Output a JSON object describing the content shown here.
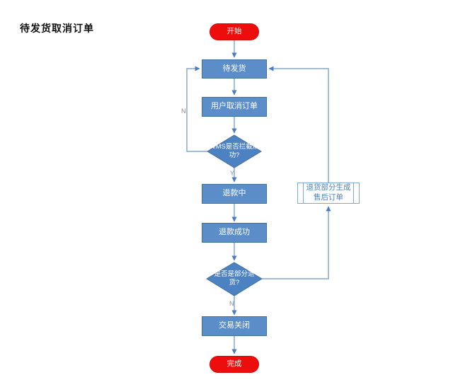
{
  "page": {
    "title": "待发货取消订单",
    "background": "#ffffff"
  },
  "colors": {
    "process_fill": "#5b8dc9",
    "process_border": "#41719c",
    "decision_fill": "#4d82c2",
    "terminator_fill": "#ee0d0d",
    "connector": "#6b93c8",
    "subroutine_border": "#7da7d9",
    "subroutine_text": "#4f81bd",
    "edge_label_color": "#8a8a8a"
  },
  "flowchart": {
    "nodes": [
      {
        "id": "start",
        "type": "terminator",
        "label": "开始"
      },
      {
        "id": "pending-shipment",
        "type": "process",
        "label": "待发货"
      },
      {
        "id": "user-cancel-order",
        "type": "process",
        "label": "用户取消订单"
      },
      {
        "id": "wms-intercept-decision",
        "type": "decision",
        "label": "WMS是否拦截成功?"
      },
      {
        "id": "refunding",
        "type": "process",
        "label": "退款中"
      },
      {
        "id": "refund-success",
        "type": "process",
        "label": "退款成功"
      },
      {
        "id": "partial-return-decision",
        "type": "decision",
        "label": "是否是部分退货?"
      },
      {
        "id": "transaction-closed",
        "type": "process",
        "label": "交易关闭"
      },
      {
        "id": "end",
        "type": "terminator",
        "label": "完成"
      },
      {
        "id": "aftersale-order",
        "type": "subroutine",
        "label": "退货部分生成售后订单"
      }
    ],
    "edge_labels": {
      "wms_no": "N",
      "wms_yes": "Y",
      "partial_no": "N"
    }
  }
}
